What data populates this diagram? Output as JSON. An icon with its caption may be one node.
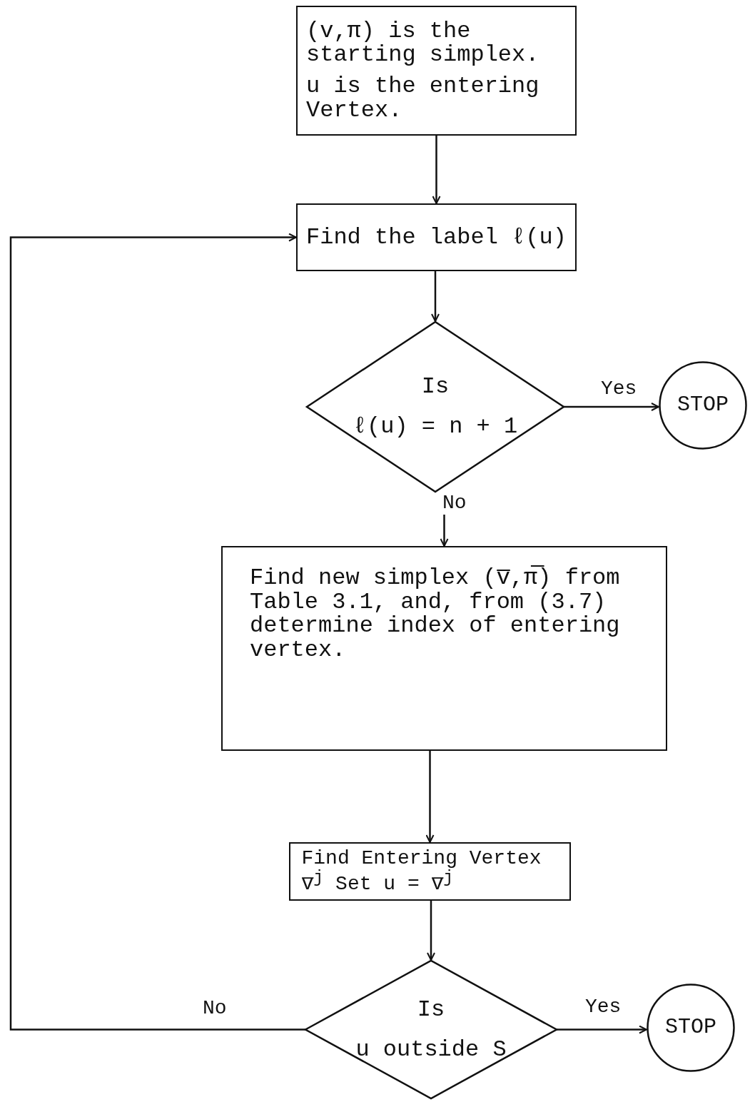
{
  "diagram": {
    "nodes": [
      {
        "text": [
          "(v,π) is the starting simplex.",
          "u is the entering Vertex."
        ]
      },
      {
        "text": [
          "Find the label ℓ(u)"
        ]
      },
      {
        "text": [
          "Is",
          "ℓ(u) = n + 1"
        ]
      },
      {
        "text": [
          "STOP"
        ]
      },
      {
        "text": [
          "Find new simplex (v̅,π̅) from Table 3.1, and, from (3.7) determine index of entering vertex."
        ]
      },
      {
        "text": [
          "Find Entering Vertex v̅$^{j}$ Set u = v̅$^{j}$"
        ]
      },
      {
        "text": [
          "Is",
          "u outside S"
        ]
      },
      {
        "text": [
          "STOP"
        ]
      }
    ],
    "edges": [
      {
        "from": 0,
        "to": 1,
        "arrow": "to"
      },
      {
        "from": 1,
        "to": 2,
        "arrow": "to"
      },
      {
        "from": 2,
        "to": 3,
        "arrow": "to",
        "label": "Yes"
      },
      {
        "from": 2,
        "to": 4,
        "arrow": "to",
        "label": "No"
      },
      {
        "from": 4,
        "to": 5,
        "arrow": "to"
      },
      {
        "from": 5,
        "to": 6,
        "arrow": "to"
      },
      {
        "from": 6,
        "to": 7,
        "arrow": "to",
        "label": "Yes"
      },
      {
        "from": 6,
        "to": 1,
        "arrow": "to",
        "label": "No"
      }
    ]
  }
}
